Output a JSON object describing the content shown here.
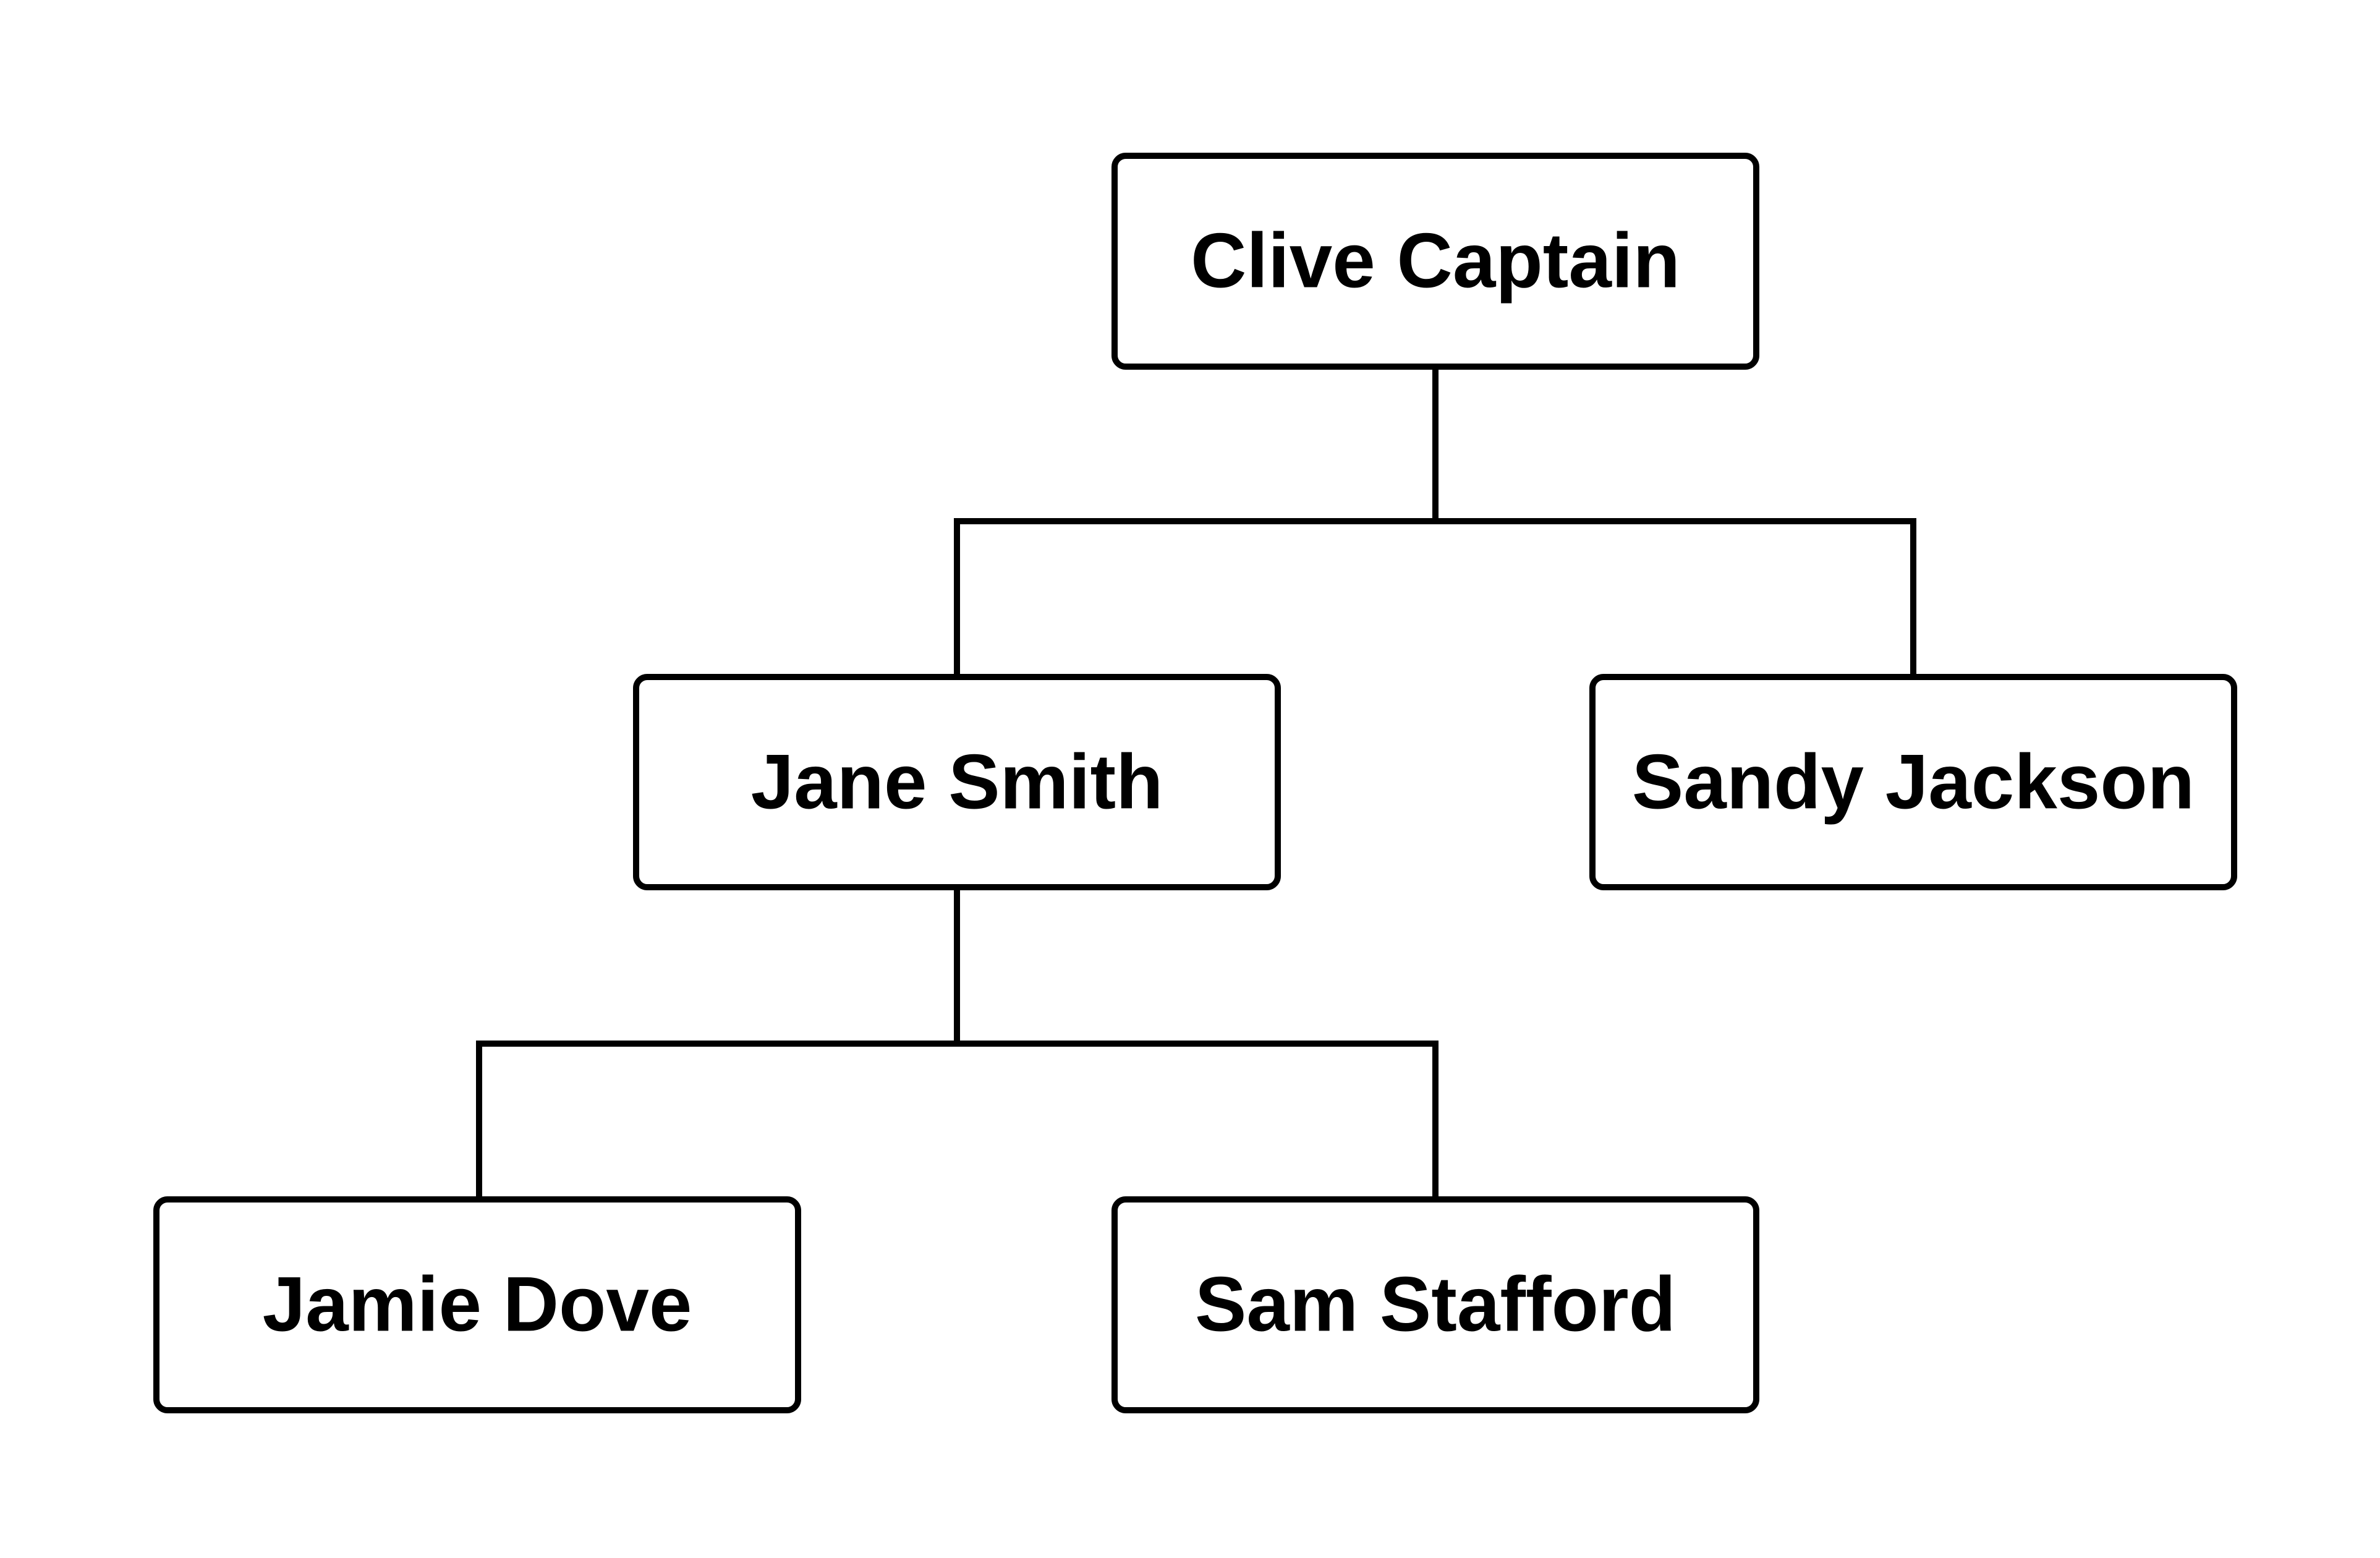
{
  "org_chart": {
    "nodes": [
      {
        "id": "clive",
        "name": "Clive Captain",
        "parent": null
      },
      {
        "id": "jane",
        "name": "Jane Smith",
        "parent": "clive"
      },
      {
        "id": "sandy",
        "name": "Sandy Jackson",
        "parent": "clive"
      },
      {
        "id": "jamie",
        "name": "Jamie Dove",
        "parent": "jane"
      },
      {
        "id": "sam",
        "name": "Sam Stafford",
        "parent": "jane"
      }
    ]
  }
}
